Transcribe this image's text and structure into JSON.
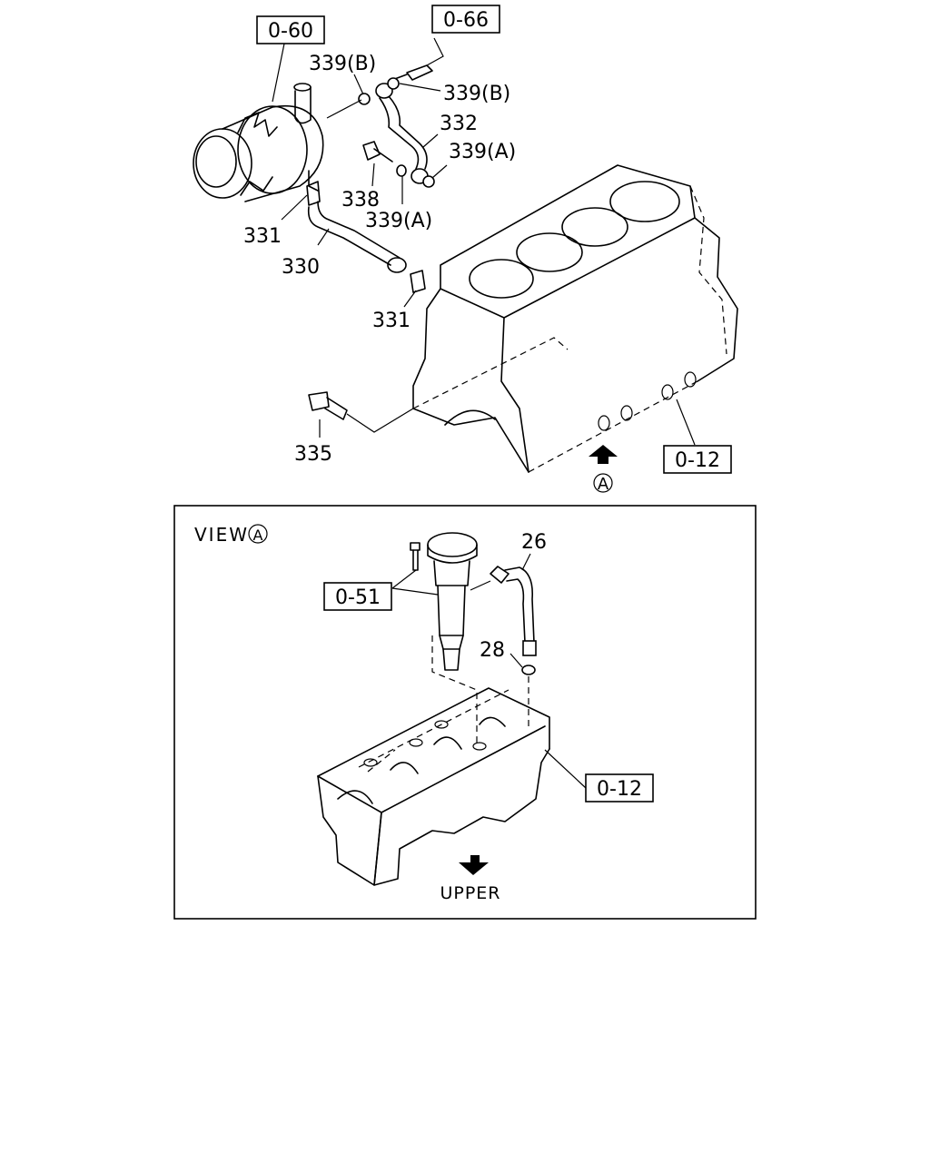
{
  "callouts": {
    "ref_0_60": "0-60",
    "ref_0_66": "0-66",
    "ref_0_12_top": "0-12",
    "ref_0_51": "0-51",
    "ref_0_12_view": "0-12"
  },
  "parts": {
    "p339b_left": "339(B)",
    "p339b_right": "339(B)",
    "p332": "332",
    "p339a_right": "339(A)",
    "p338": "338",
    "p339a_lower": "339(A)",
    "p331_left": "331",
    "p330": "330",
    "p331_right": "331",
    "p335": "335",
    "p26": "26",
    "p28": "28"
  },
  "view": {
    "marker": "A",
    "title": "VIEW",
    "title_marker": "A",
    "direction_label": "UPPER"
  }
}
